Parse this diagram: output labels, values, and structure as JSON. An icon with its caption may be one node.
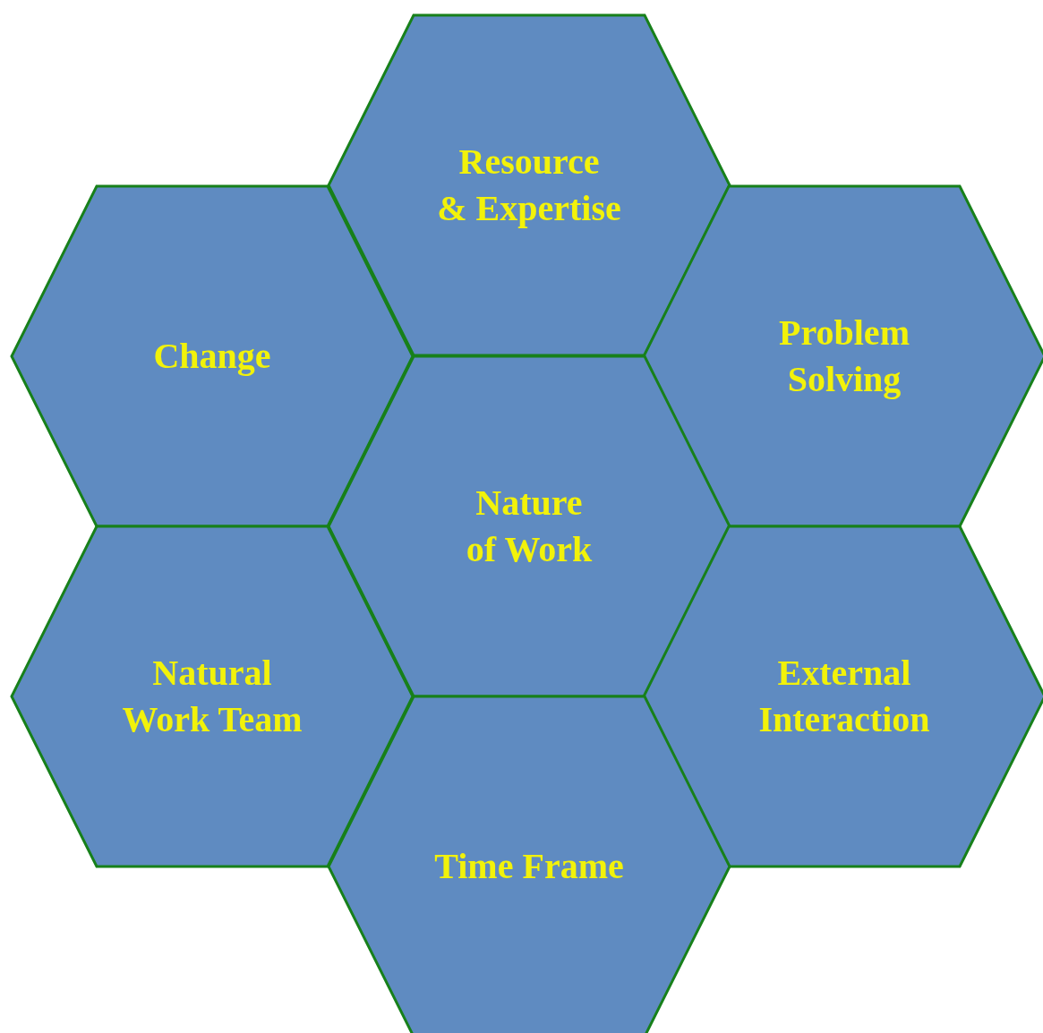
{
  "diagram": {
    "nodes": [
      {
        "text": [
          "Resource & Expertise"
        ]
      },
      {
        "text": [
          "Change"
        ]
      },
      {
        "text": [
          "Problem Solving"
        ]
      },
      {
        "text": [
          "Nature of Work"
        ]
      },
      {
        "text": [
          "Natural Work Team"
        ]
      },
      {
        "text": [
          "External Interaction"
        ]
      },
      {
        "text": [
          "Time Frame"
        ]
      }
    ]
  }
}
